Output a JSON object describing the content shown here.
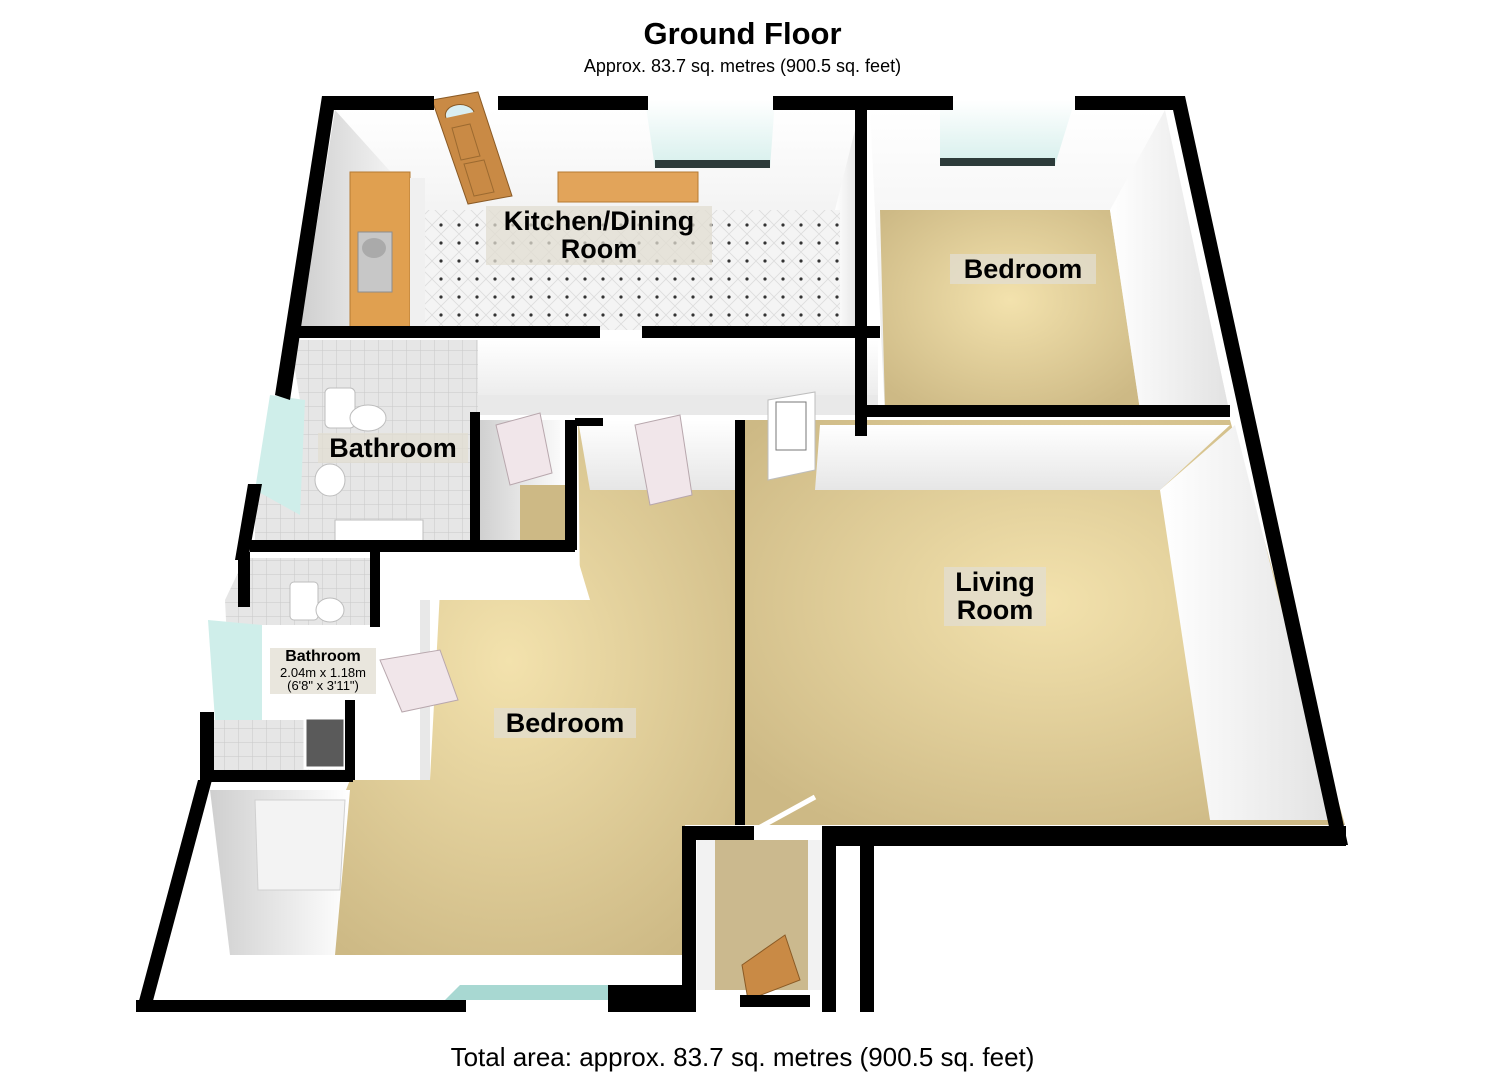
{
  "header": {
    "title": "Ground Floor",
    "subtitle": "Approx. 83.7 sq. metres (900.5 sq. feet)"
  },
  "footer": {
    "total_area": "Total area: approx. 83.7 sq. metres (900.5 sq. feet)"
  },
  "rooms": {
    "kitchen": {
      "line1": "Kitchen/Dining",
      "line2": "Room"
    },
    "bedroom_top": {
      "name": "Bedroom"
    },
    "bathroom_main": {
      "name": "Bathroom"
    },
    "bathroom_ensuite": {
      "name": "Bathroom",
      "dim_metric": "2.04m x 1.18m",
      "dim_imperial": "(6'8\" x 3'11\")"
    },
    "bedroom_left": {
      "name": "Bedroom"
    },
    "living": {
      "line1": "Living",
      "line2": "Room"
    }
  },
  "colors": {
    "wall": "#000000",
    "carpet": "#d9c795",
    "carpet_light": "#f0dfa8",
    "tile": "#f2f2f2",
    "inner_wall": "#ffffff",
    "wall_shade": "#d8d8d8",
    "glass": "#dff3f1",
    "worktop": "#e0a050",
    "door_wood": "#c98a45",
    "door_white": "#f1e6ea"
  }
}
